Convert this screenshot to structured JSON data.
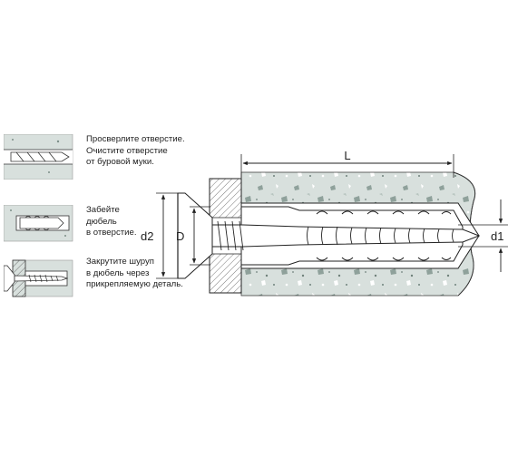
{
  "steps": [
    {
      "text": "Просверлите отверстие.\nОчистите отверстие\nот буровой муки."
    },
    {
      "text": "Забейте\nдюбель\nв отверстие."
    },
    {
      "text": "Закрутите шуруп\nв дюбель через\nприкрепляемую деталь."
    }
  ],
  "dimensions": {
    "length": "L",
    "head_diameter": "d2",
    "hole_diameter": "D",
    "drill_diameter": "d1"
  },
  "colors": {
    "concrete": "#d6dedb",
    "concrete_speck": "#8b9e98",
    "line": "#222222",
    "plate_hatch": "#555555"
  }
}
